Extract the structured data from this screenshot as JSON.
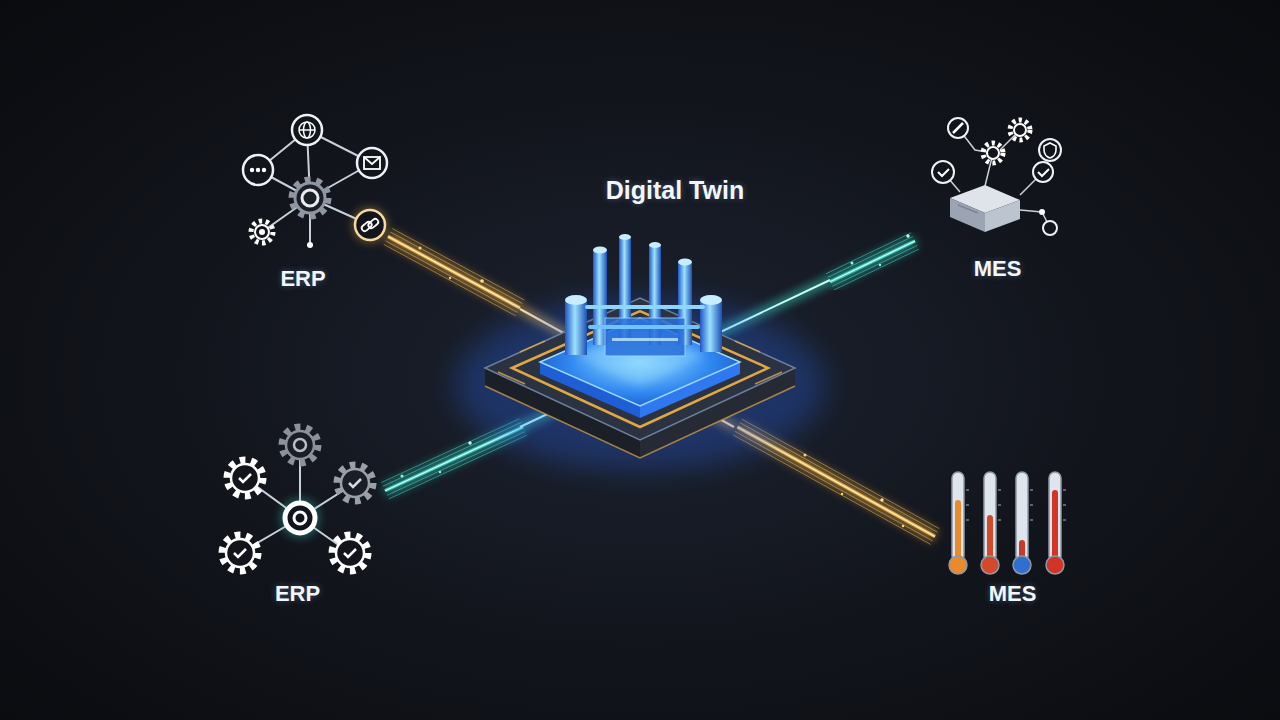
{
  "diagram": {
    "nodes": [
      {
        "text": [
          "ERP"
        ]
      },
      {
        "text": [
          "Digital Twin"
        ]
      },
      {
        "text": [
          "MES"
        ]
      },
      {
        "text": [
          "ERP"
        ]
      },
      {
        "text": [
          "MES"
        ]
      }
    ],
    "edges": [
      {
        "from": 0,
        "to": 1,
        "arrow": "none"
      },
      {
        "from": 1,
        "to": 4,
        "arrow": "none"
      },
      {
        "from": 3,
        "to": 1,
        "arrow": "none"
      },
      {
        "from": 1,
        "to": 2,
        "arrow": "none"
      }
    ]
  }
}
